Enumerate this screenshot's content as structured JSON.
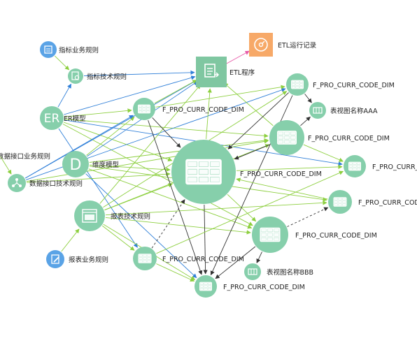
{
  "colors": {
    "table_node": "#86cfab",
    "etl_node": "#7fc7a1",
    "blue_node": "#5aa3e6",
    "etl_log_node": "#f7a968",
    "edge_green": "#8dcf3f",
    "edge_blue": "#2f7fd8",
    "edge_dark": "#333333",
    "edge_pink": "#e85aa8",
    "label": "#222222"
  },
  "nodes": [
    {
      "id": "n_zbyw",
      "type": "blue-doc",
      "icon": "document-icon",
      "label": "指标业务规则"
    },
    {
      "id": "n_zbjs",
      "type": "green-gear",
      "icon": "gear-doc-icon",
      "label": "指标技术规则"
    },
    {
      "id": "n_etl",
      "type": "etl",
      "icon": "etl-program-icon",
      "label": "ETL程序"
    },
    {
      "id": "n_etllog",
      "type": "orange",
      "icon": "gauge-icon",
      "label": "ETL运行记录"
    },
    {
      "id": "n_t1",
      "type": "table",
      "icon": "table-icon",
      "label": "F_PRO_CURR_CODE_DIM"
    },
    {
      "id": "n_v1",
      "type": "view",
      "icon": "view-icon",
      "label": "表视图名称AAA"
    },
    {
      "id": "n_er",
      "type": "er",
      "icon": "er-model-icon",
      "label": "ER模型"
    },
    {
      "id": "n_t2",
      "type": "table",
      "icon": "table-icon",
      "label": "F_PRO_CURR_CODE_DIM"
    },
    {
      "id": "n_t3",
      "type": "table",
      "icon": "table-icon",
      "label": "F_PRO_CURR_CODE_DIM"
    },
    {
      "id": "n_sjjkyw",
      "type": "none",
      "icon": "",
      "label": "数据接口业务规则"
    },
    {
      "id": "n_wd",
      "type": "dim",
      "icon": "dimension-icon",
      "label": "维度模型"
    },
    {
      "id": "n_center",
      "type": "table-big",
      "icon": "table-icon",
      "label": "F_PRO_CURR_CODE_DIM"
    },
    {
      "id": "n_t4",
      "type": "table",
      "icon": "table-icon",
      "label": "F_PRO_CURR_CODE_DIM"
    },
    {
      "id": "n_sjjkjs",
      "type": "green-net",
      "icon": "interface-icon",
      "label": "数据接口技术规则"
    },
    {
      "id": "n_t5",
      "type": "table",
      "icon": "table-icon",
      "label": "F_PRO_CURR_CODE_DIM"
    },
    {
      "id": "n_bbjs",
      "type": "report",
      "icon": "report-icon",
      "label": "报表技术规则"
    },
    {
      "id": "n_t6",
      "type": "table",
      "icon": "table-icon",
      "label": "F_PRO_CURR_CODE_DIM"
    },
    {
      "id": "n_bbyw",
      "type": "blue-pen",
      "icon": "pen-doc-icon",
      "label": "报表业务规则"
    },
    {
      "id": "n_t7",
      "type": "table",
      "icon": "table-icon",
      "label": "F_PRO_CURR_CODE_DIM"
    },
    {
      "id": "n_v2",
      "type": "view",
      "icon": "view-icon",
      "label": "表视图名称BBB"
    },
    {
      "id": "n_t8",
      "type": "table",
      "icon": "table-icon",
      "label": "F_PRO_CURR_CODE_DIM"
    }
  ],
  "edges": [
    {
      "from": "n_zbyw",
      "to": "n_zbjs",
      "color": "green"
    },
    {
      "from": "n_zbjs",
      "to": "n_etl",
      "color": "blue"
    },
    {
      "from": "n_etl",
      "to": "n_etllog",
      "color": "pink"
    },
    {
      "from": "n_sjjkyw",
      "to": "n_sjjkjs",
      "color": "green"
    },
    {
      "from": "n_bbyw",
      "to": "n_bbjs",
      "color": "green"
    },
    {
      "from": "n_er",
      "to": "n_zbjs",
      "color": "blue"
    },
    {
      "from": "n_er",
      "to": "n_etl",
      "color": "blue"
    },
    {
      "from": "n_er",
      "to": "n_t2",
      "color": "green"
    },
    {
      "from": "n_er",
      "to": "n_t3",
      "color": "green"
    },
    {
      "from": "n_er",
      "to": "n_t4",
      "color": "blue"
    },
    {
      "from": "n_er",
      "to": "n_center",
      "color": "green"
    },
    {
      "from": "n_er",
      "to": "n_t7",
      "color": "blue"
    },
    {
      "from": "n_er",
      "to": "n_t6",
      "color": "green"
    },
    {
      "from": "n_wd",
      "to": "n_etl",
      "color": "blue"
    },
    {
      "from": "n_wd",
      "to": "n_t2",
      "color": "green"
    },
    {
      "from": "n_wd",
      "to": "n_t3",
      "color": "green"
    },
    {
      "from": "n_wd",
      "to": "n_center",
      "color": "green"
    },
    {
      "from": "n_wd",
      "to": "n_t5",
      "color": "green"
    },
    {
      "from": "n_wd",
      "to": "n_t6",
      "color": "green"
    },
    {
      "from": "n_wd",
      "to": "n_t8",
      "color": "blue"
    },
    {
      "from": "n_sjjkjs",
      "to": "n_etl",
      "color": "blue"
    },
    {
      "from": "n_sjjkjs",
      "to": "n_t2",
      "color": "blue"
    },
    {
      "from": "n_sjjkjs",
      "to": "n_t1",
      "color": "blue"
    },
    {
      "from": "n_sjjkjs",
      "to": "n_center",
      "color": "green"
    },
    {
      "from": "n_sjjkjs",
      "to": "n_t3",
      "color": "green"
    },
    {
      "from": "n_bbjs",
      "to": "n_etl",
      "color": "green"
    },
    {
      "from": "n_bbjs",
      "to": "n_t1",
      "color": "green"
    },
    {
      "from": "n_bbjs",
      "to": "n_t3",
      "color": "green"
    },
    {
      "from": "n_bbjs",
      "to": "n_center",
      "color": "green"
    },
    {
      "from": "n_bbjs",
      "to": "n_t6",
      "color": "green"
    },
    {
      "from": "n_bbjs",
      "to": "n_t7",
      "color": "green"
    },
    {
      "from": "n_bbjs",
      "to": "n_t8",
      "color": "green"
    },
    {
      "from": "n_bbjs",
      "to": "n_t5",
      "color": "green"
    },
    {
      "from": "n_t2",
      "to": "n_etl",
      "color": "green"
    },
    {
      "from": "n_t2",
      "to": "n_t1",
      "color": "green"
    },
    {
      "from": "n_t2",
      "to": "n_center",
      "color": "dark"
    },
    {
      "from": "n_t2",
      "to": "n_t8",
      "color": "dark"
    },
    {
      "from": "n_center",
      "to": "n_etl",
      "color": "green"
    },
    {
      "from": "n_center",
      "to": "n_t4",
      "color": "green"
    },
    {
      "from": "n_center",
      "to": "n_t8",
      "color": "dark"
    },
    {
      "from": "n_center",
      "to": "n_t6",
      "color": "green"
    },
    {
      "from": "n_t3",
      "to": "n_center",
      "color": "dark"
    },
    {
      "from": "n_t3",
      "to": "n_v1",
      "color": "dark"
    },
    {
      "from": "n_t3",
      "to": "n_etl",
      "color": "green"
    },
    {
      "from": "n_t3",
      "to": "n_t4",
      "color": "green"
    },
    {
      "from": "n_t1",
      "to": "n_v1",
      "color": "dark"
    },
    {
      "from": "n_t1",
      "to": "n_center",
      "color": "dark"
    },
    {
      "from": "n_t1",
      "to": "n_t8",
      "color": "dark"
    },
    {
      "from": "n_t5",
      "to": "n_center",
      "color": "green"
    },
    {
      "from": "n_t6",
      "to": "n_t5",
      "color": "dashed"
    },
    {
      "from": "n_t6",
      "to": "n_v2",
      "color": "dark"
    },
    {
      "from": "n_t6",
      "to": "n_t8",
      "color": "dark"
    },
    {
      "from": "n_t7",
      "to": "n_center",
      "color": "dashed"
    },
    {
      "from": "n_t7",
      "to": "n_t4",
      "color": "green"
    },
    {
      "from": "n_t7",
      "to": "n_t8",
      "color": "green"
    }
  ]
}
